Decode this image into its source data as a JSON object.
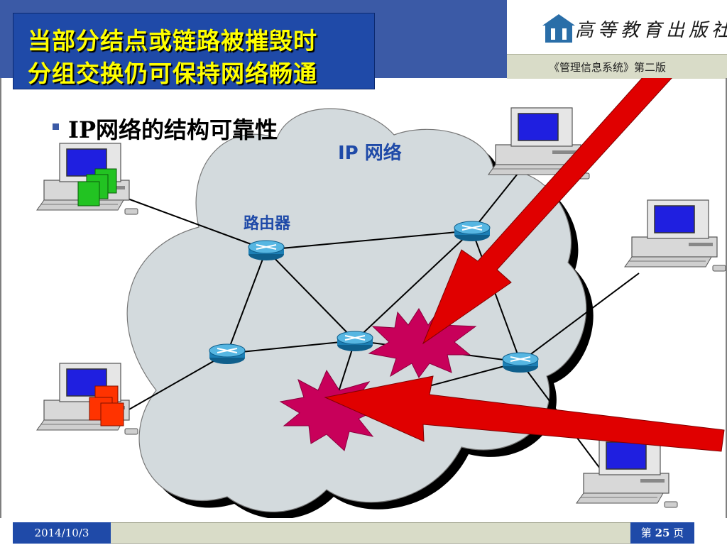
{
  "slide": {
    "title_line1": "当部分结点或链路被摧毁时",
    "title_line2": "分组交换仍可保持网络畅通",
    "publisher": "高等教育出版社",
    "book_label": "《管理信息系统》第二版",
    "heading": "IP网络的结构可靠性"
  },
  "diagram": {
    "network_label": "IP 网络",
    "router_label": "路由器"
  },
  "footer": {
    "date": "2014/10/3",
    "page_prefix": "第 ",
    "page_number": "25",
    "page_suffix": " 页"
  },
  "colors": {
    "header_blue": "#3b5aa6",
    "title_yellow": "#ffff00",
    "cloud_fill": "#d3dadd",
    "router_blue": "#1c8fc2",
    "arrow_red": "#e00000",
    "burst_magenta": "#c8005a",
    "packet_green": "#22c322",
    "packet_red": "#ff3300"
  }
}
